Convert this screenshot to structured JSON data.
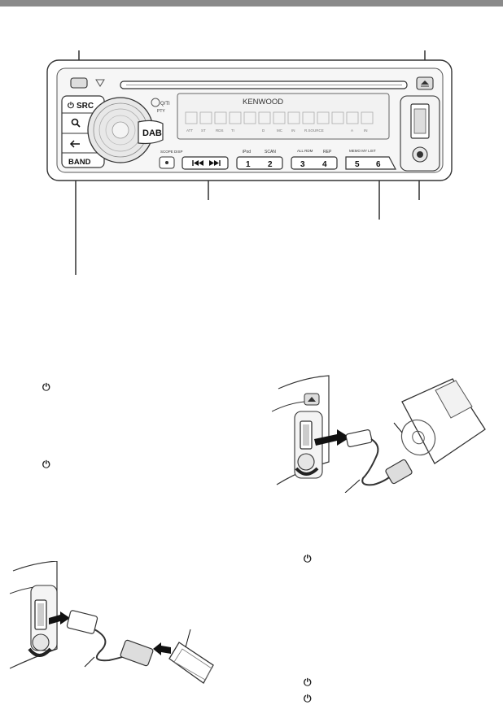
{
  "faceplate": {
    "brand": "KENWOOD",
    "buttons": {
      "src": "SRC",
      "band": "BAND",
      "dab": "DAB",
      "search_ti": "Q/TI",
      "pty": "PTY",
      "scope_disp": "SCOPE DISP",
      "preset_1": "1",
      "preset_2": "2",
      "preset_3": "3",
      "preset_4": "4",
      "preset_5": "5",
      "preset_6": "6",
      "ipod_label": "iPod",
      "scan_label": "SCAN",
      "all_rdm_label": "ALL RDM",
      "rep_label": "REP",
      "memo_mylist_label": "MEMO MY LIST"
    },
    "display_indicators": [
      "ATT",
      "ST",
      "RDS",
      "TI",
      "",
      "D",
      "MC",
      "IN",
      "R.SOURCE",
      "",
      "A",
      "IN"
    ]
  },
  "power_symbols": [
    "⏻",
    "⏻",
    "⏻",
    "⏻",
    "⏻"
  ]
}
